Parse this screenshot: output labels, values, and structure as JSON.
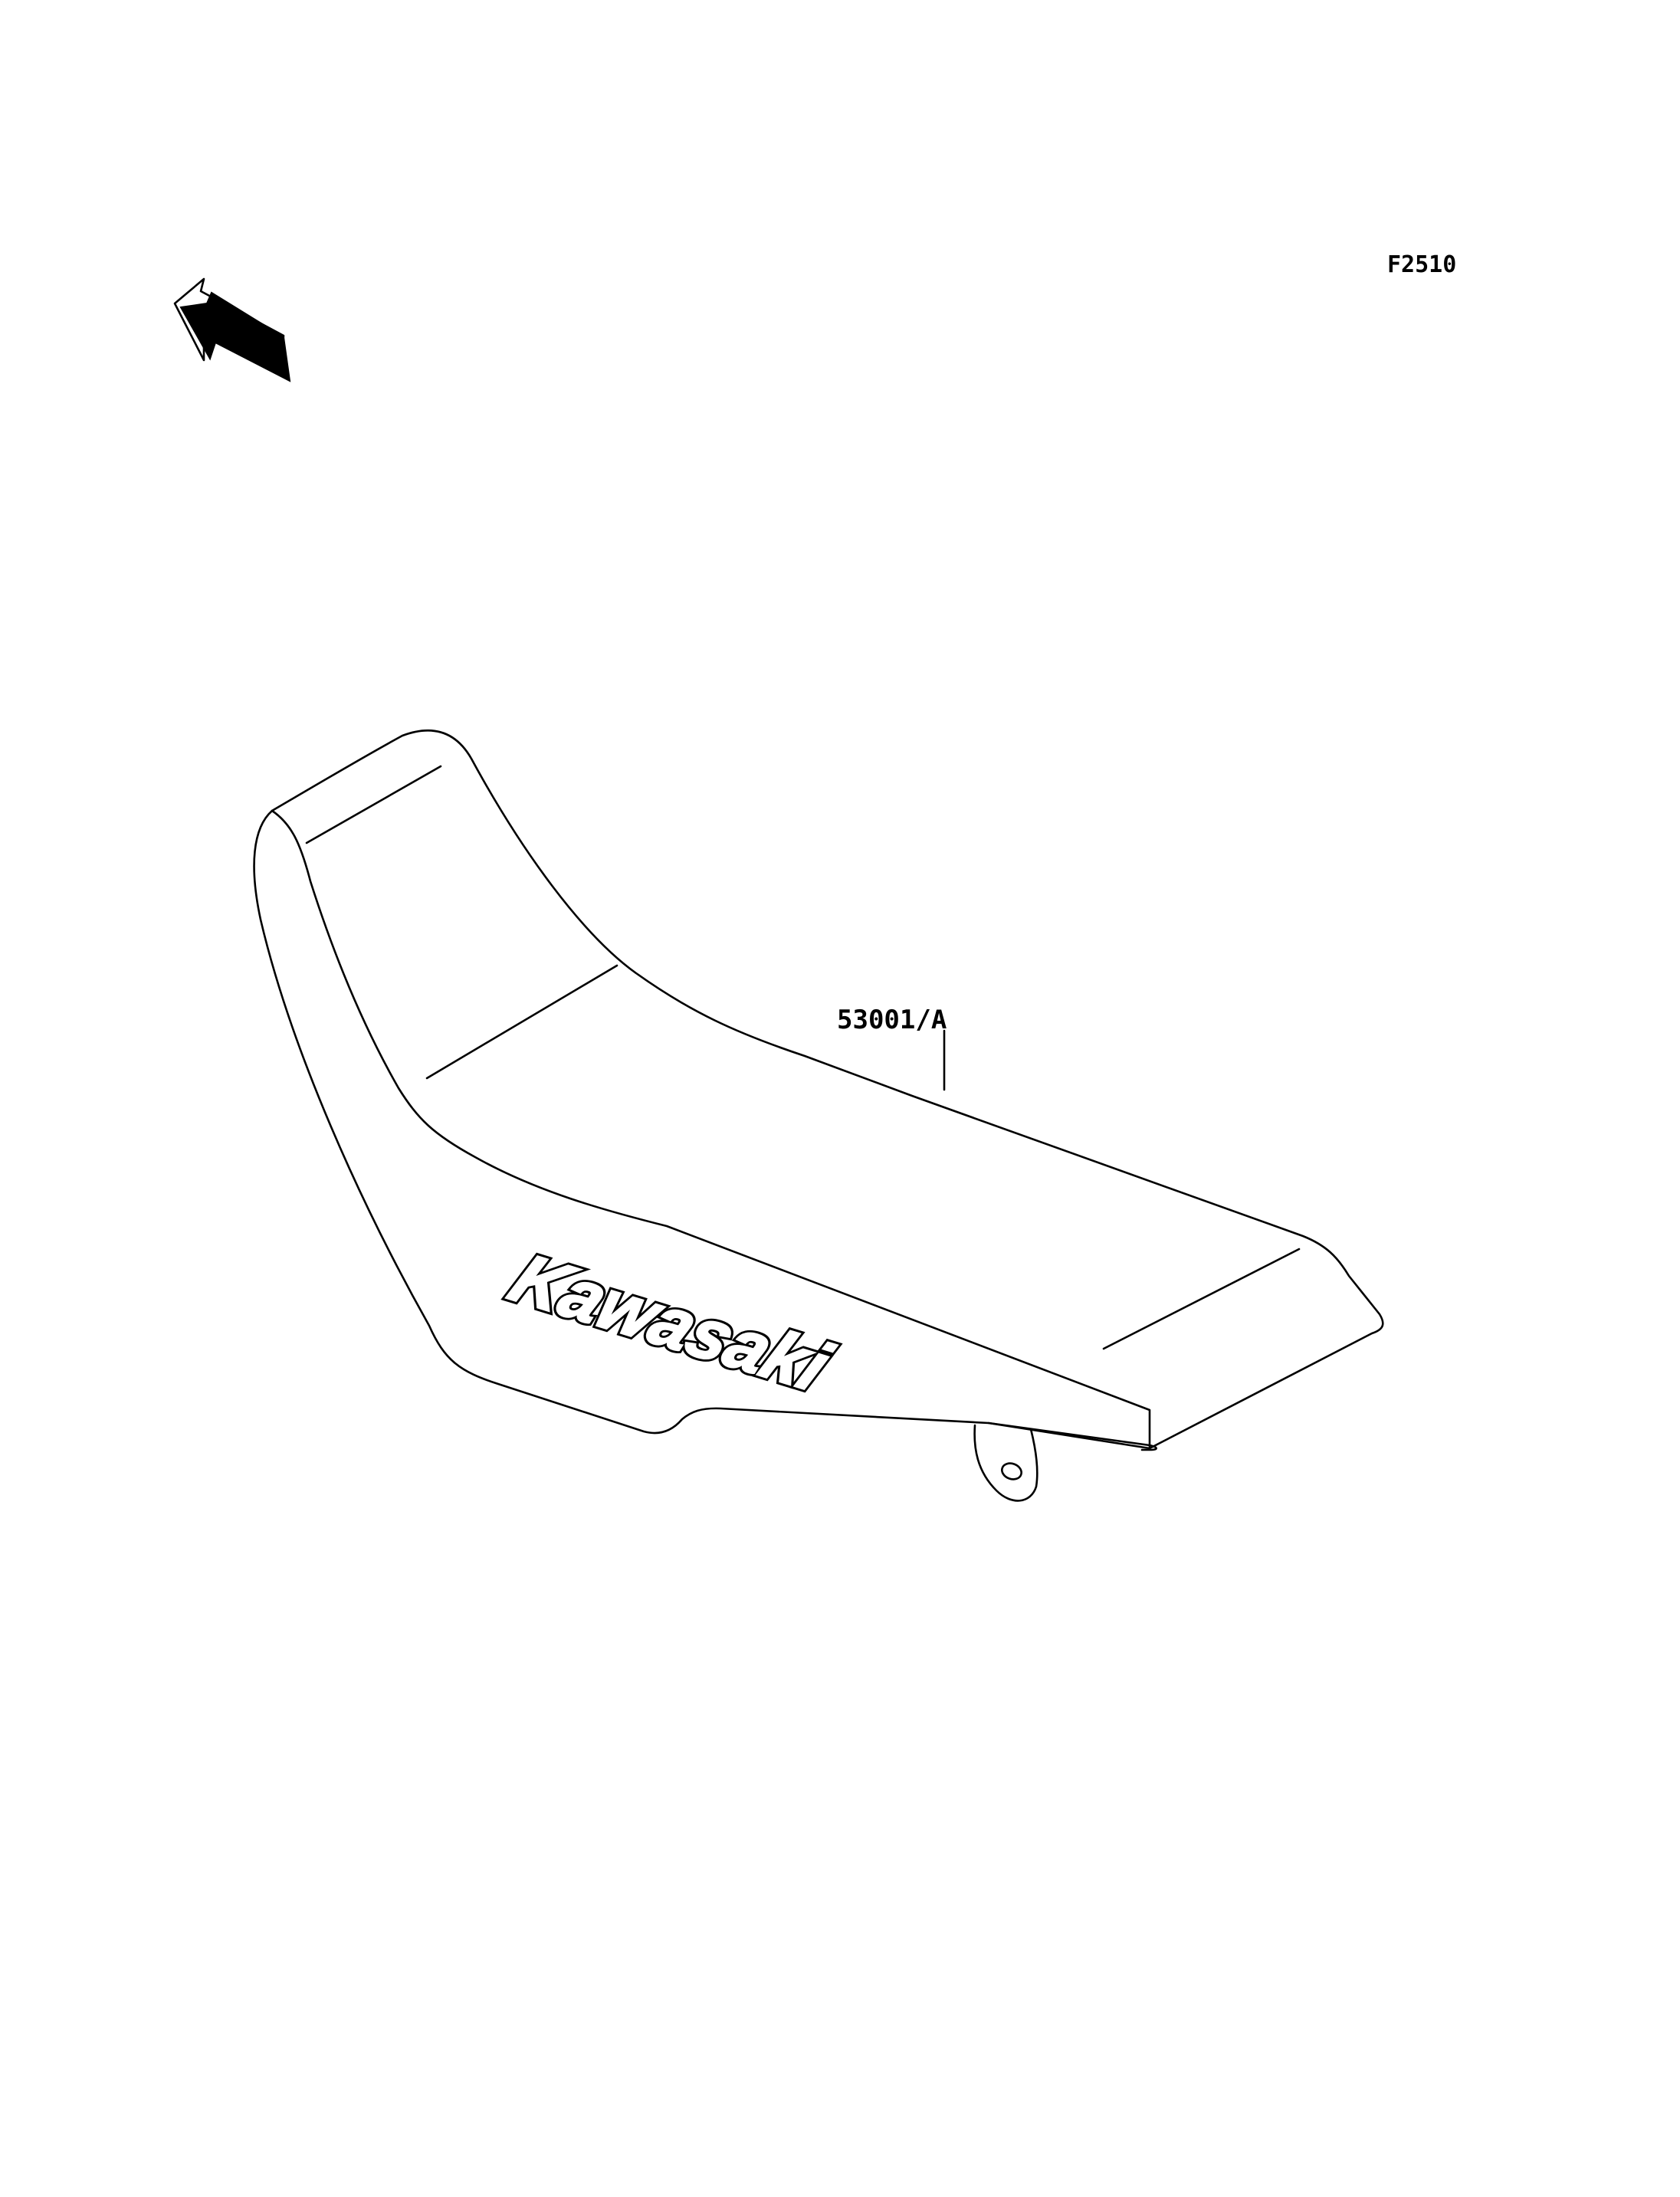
{
  "diagram": {
    "figure_code": "F2510",
    "front_arrow_label": "FRONT",
    "part_label": "53001/A",
    "logo_text": "Kawasaki"
  },
  "colors": {
    "ink": "#000000",
    "paper": "#ffffff"
  },
  "icons": {
    "front_arrow": "front-direction-arrow-icon"
  }
}
